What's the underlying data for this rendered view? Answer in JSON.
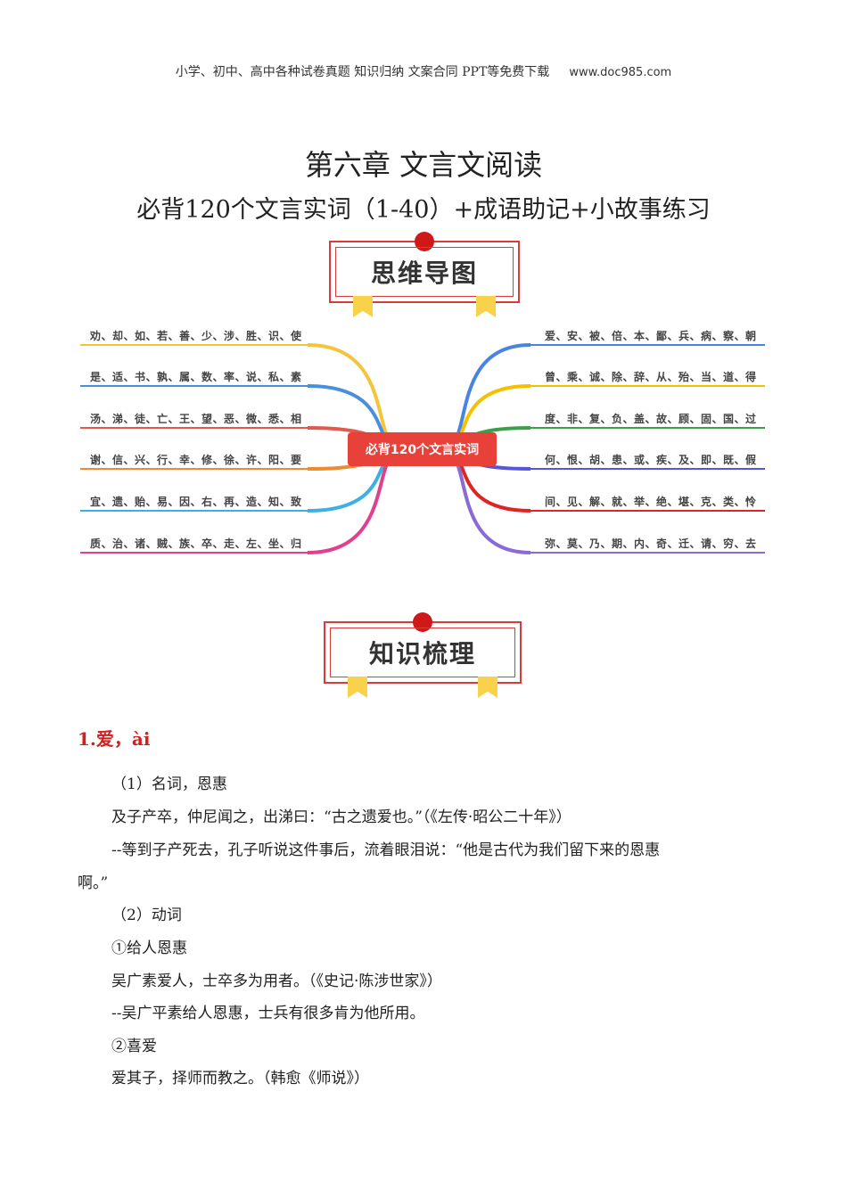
{
  "header": {
    "text": "小学、初中、高中各种试卷真题 知识归纳 文案合同 PPT等免费下载",
    "url": "www.doc985.com"
  },
  "title": "第六章 文言文阅读",
  "subtitle": "必背120个文言实词（1-40）+成语助记+小故事练习",
  "banner1": "思维导图",
  "banner2": "知识梳理",
  "mindmap": {
    "center": "必背120个文言实词",
    "left": [
      "劝、却、如、若、善、少、涉、胜、识、使",
      "是、适、书、孰、属、数、率、说、私、素",
      "汤、涕、徒、亡、王、望、恶、微、悉、相",
      "谢、信、兴、行、幸、修、徐、许、阳、要",
      "宜、遗、贻、易、因、右、再、造、知、致",
      "质、治、诸、贼、族、卒、走、左、坐、归"
    ],
    "right": [
      "爱、安、被、倍、本、鄙、兵、病、察、朝",
      "曾、乘、诚、除、辞、从、殆、当、道、得",
      "度、非、复、负、盖、故、顾、固、国、过",
      "何、恨、胡、患、或、疾、及、即、既、假",
      "间、见、解、就、举、绝、堪、克、类、怜",
      "弥、莫、乃、期、内、奇、迁、请、穷、去"
    ],
    "left_colors": [
      "#f3c43c",
      "#4a8fdc",
      "#e25a4e",
      "#f08a30",
      "#3cb0e2",
      "#e0408e"
    ],
    "right_colors": [
      "#4a84e2",
      "#f5c000",
      "#3aa04a",
      "#5555e0",
      "#e02424",
      "#8a6ad6"
    ]
  },
  "section": {
    "heading": "1.爱，ài",
    "lines": [
      "（1）名词，恩惠",
      "及子产卒，仲尼闻之，出涕曰：“古之遗爱也。”（《左传·昭公二十年》）",
      "--等到子产死去，孔子听说这件事后，流着眼泪说：“他是古代为我们留下来的恩惠",
      "啊。”",
      "（2）动词",
      "①给人恩惠",
      "吴广素爱人，士卒多为用者。（《史记·陈涉世家》）",
      "--吴广平素给人恩惠，士兵有很多肯为他所用。",
      "②喜爱",
      "爱其子，择师而教之。（韩愈《师说》）"
    ]
  }
}
